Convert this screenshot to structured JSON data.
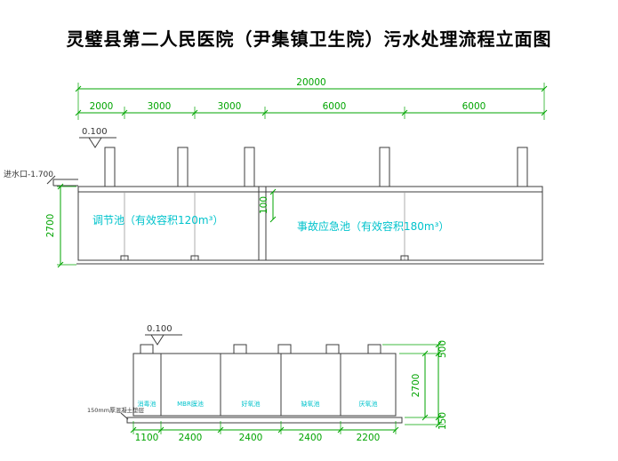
{
  "title": "灵璧县第二人民医院（尹集镇卫生院）污水处理流程立面图",
  "colors": {
    "dimension_green": "#00a400",
    "label_cyan": "#00c3cc",
    "structure_line": "#3c3c3c"
  },
  "upper": {
    "total_dim": "20000",
    "segment_dims": [
      "2000",
      "3000",
      "3000",
      "6000",
      "6000"
    ],
    "elevation_mark": "0.100",
    "inlet_label": "进水口-1.700",
    "left_height_dim": "2700",
    "gap_dim": "100",
    "tank_left_label": "调节池（有效容积120m³）",
    "tank_right_label": "事故应急池（有效容积180m³）"
  },
  "lower": {
    "elevation_mark": "0.100",
    "compartment_labels": [
      "消毒池",
      "MBR膜池",
      "好氧池",
      "缺氧池",
      "厌氧池"
    ],
    "bottom_dims": [
      "1100",
      "2400",
      "2400",
      "2400",
      "2200"
    ],
    "right_dims": [
      "500",
      "2700",
      "150"
    ],
    "foundation_note": "150mm厚混凝土垫层"
  }
}
